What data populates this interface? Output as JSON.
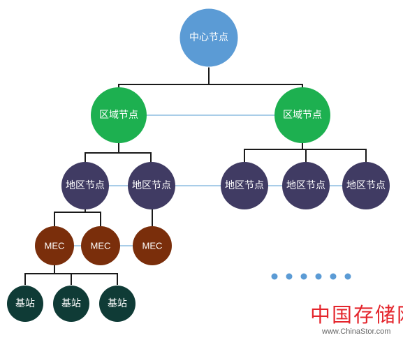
{
  "colors": {
    "center": "#5b9bd5",
    "region": "#1db050",
    "area": "#403b63",
    "mec": "#7a2e0b",
    "base_station": "#0f3b36",
    "tree_line": "#1a1a1a",
    "peer_line": "#a9cde8",
    "dots": "#5b9bd5",
    "watermark_red": "#e4252c",
    "watermark_grey": "#666666"
  },
  "nodes": {
    "center": "中心节点",
    "region_left": "区域节点",
    "region_right": "区域节点",
    "area_1": "地区节点",
    "area_2": "地区节点",
    "area_3": "地区节点",
    "area_4": "地区节点",
    "area_5": "地区节点",
    "mec_1": "MEC",
    "mec_2": "MEC",
    "mec_3": "MEC",
    "bs_1": "基站",
    "bs_2": "基站",
    "bs_3": "基站"
  },
  "watermark": {
    "logo_text": "中国存储网",
    "url": "www.ChinaStor.com"
  }
}
